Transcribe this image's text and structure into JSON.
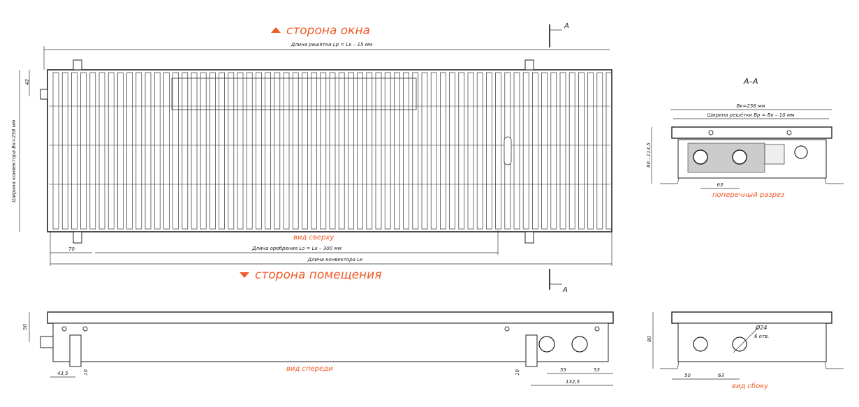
{
  "top_view": {
    "side_window": "сторона окна",
    "grille_length": "Длина решётки Lр = Lк – 15 мм",
    "section_mark_top": "A",
    "section_mark_bottom": "A",
    "dim_42": "42",
    "width_label": "Ширина конвектора Bк=258 мм",
    "caption": "вид сверху",
    "dim_70": "70",
    "fin_length": "Длина оребрения Lо = Lк – 300 мм",
    "convector_length": "Длина конвектора Lк",
    "side_room": "сторона помещения"
  },
  "section_view": {
    "title": "A–A",
    "width": "Bк=258 мм",
    "grille_width": "Ширина решётки Bр = Bк – 10 мм",
    "height": "80...113,5",
    "dim_63": "63",
    "caption": "поперечный разрез"
  },
  "front_view": {
    "dim_50": "50",
    "dim_43_5": "43,5",
    "dim_10_left": "10",
    "caption": "вид спереди",
    "dim_10_right": "10",
    "dim_55": "55",
    "dim_53": "53",
    "dim_132_5": "132,5"
  },
  "side_view": {
    "dim_80": "80",
    "hole_dia": "Ø24",
    "hole_count": "6 отв.",
    "dim_50": "50",
    "dim_63": "63",
    "caption": "вид сбоку"
  },
  "colors": {
    "accent": "#f05a28",
    "line": "#222222"
  }
}
